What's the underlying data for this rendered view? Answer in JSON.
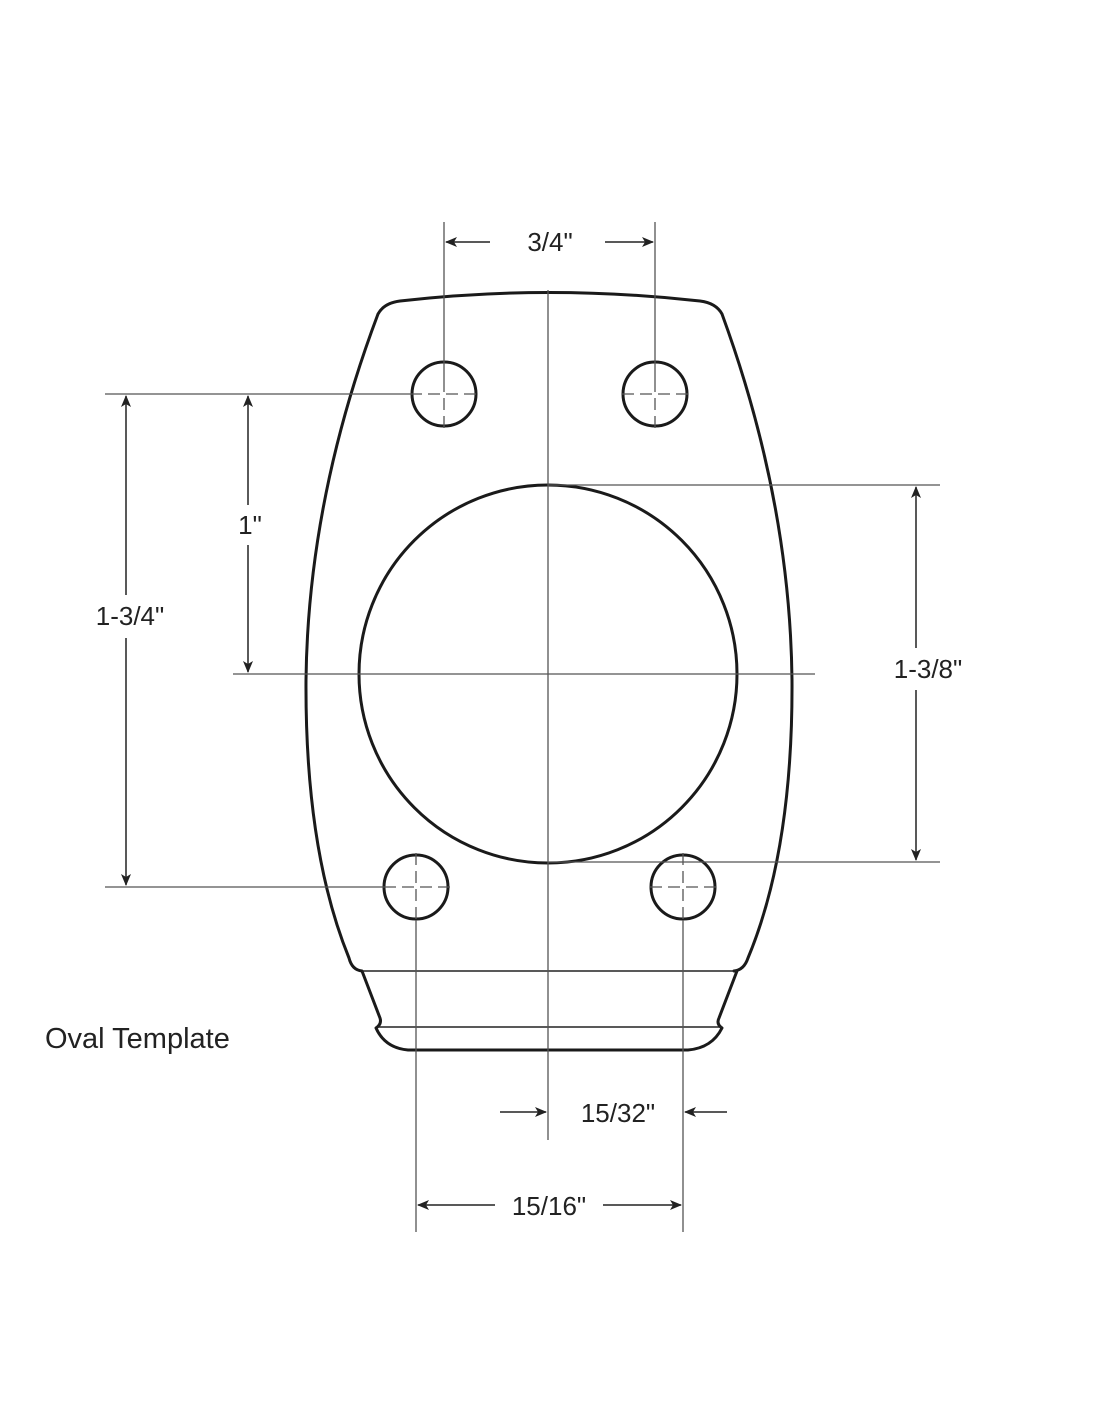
{
  "title": "Oval Template",
  "dimensions": {
    "top_hole_spacing": "3/4\"",
    "hole_to_center": "1\"",
    "hole_vertical_spacing": "1-3/4\"",
    "center_hole_diameter": "1-3/8\"",
    "bottom_hole_offset": "15/32\"",
    "bottom_hole_spacing": "15/16\""
  }
}
